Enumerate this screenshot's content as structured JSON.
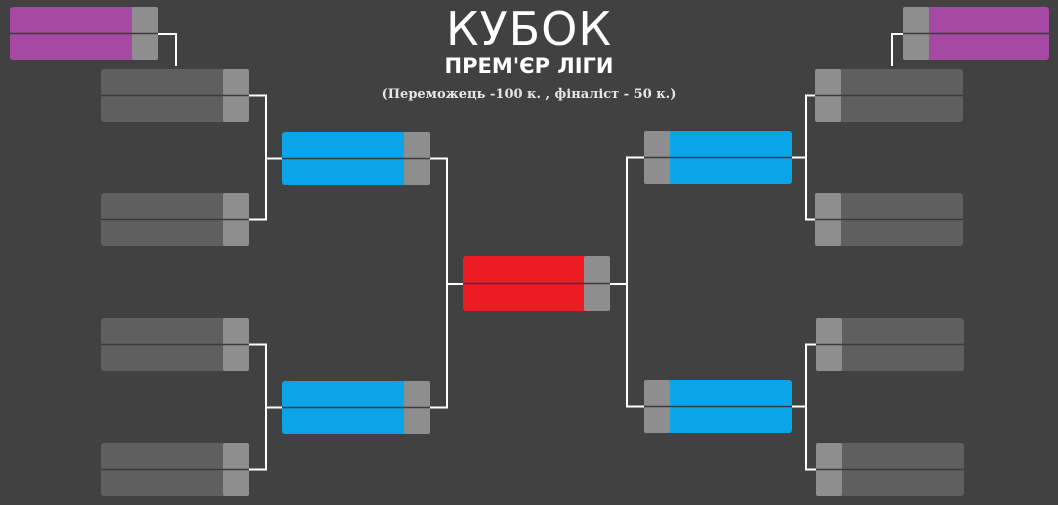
{
  "header": {
    "title": "КУБОК",
    "subtitle": "ПРЕМ'ЄР ЛІГИ",
    "prize_note": "(Переможець  -100 к. , фіналіст - 50 к.)"
  },
  "colors": {
    "background": "#414141",
    "slot_gray": "#5f5f5f",
    "score_gray": "#8e8e8e",
    "round1_purple": "#a549a5",
    "semifinal_blue": "#0aa4e8",
    "final_red": "#ed1c24",
    "connector": "#ffffff",
    "divider": "#3a3a3a"
  },
  "bracket": {
    "left_side": {
      "qualifier": {
        "round": "qualifier",
        "highlight": "purple",
        "teams": [
          "",
          ""
        ]
      },
      "quarterfinals": [
        {
          "round": "quarterfinal",
          "highlight": "gray",
          "teams": [
            "",
            ""
          ]
        },
        {
          "round": "quarterfinal",
          "highlight": "gray",
          "teams": [
            "",
            ""
          ]
        },
        {
          "round": "quarterfinal",
          "highlight": "gray",
          "teams": [
            "",
            ""
          ]
        },
        {
          "round": "quarterfinal",
          "highlight": "gray",
          "teams": [
            "",
            ""
          ]
        }
      ],
      "semifinals": [
        {
          "round": "semifinal",
          "highlight": "blue",
          "teams": [
            "",
            ""
          ]
        },
        {
          "round": "semifinal",
          "highlight": "blue",
          "teams": [
            "",
            ""
          ]
        }
      ]
    },
    "right_side": {
      "qualifier": {
        "round": "qualifier",
        "highlight": "purple",
        "teams": [
          "",
          ""
        ]
      },
      "quarterfinals": [
        {
          "round": "quarterfinal",
          "highlight": "gray",
          "teams": [
            "",
            ""
          ]
        },
        {
          "round": "quarterfinal",
          "highlight": "gray",
          "teams": [
            "",
            ""
          ]
        },
        {
          "round": "quarterfinal",
          "highlight": "gray",
          "teams": [
            "",
            ""
          ]
        },
        {
          "round": "quarterfinal",
          "highlight": "gray",
          "teams": [
            "",
            ""
          ]
        }
      ],
      "semifinals": [
        {
          "round": "semifinal",
          "highlight": "blue",
          "teams": [
            "",
            ""
          ]
        },
        {
          "round": "semifinal",
          "highlight": "blue",
          "teams": [
            "",
            ""
          ]
        }
      ]
    },
    "final": {
      "round": "final",
      "highlight": "red",
      "teams": [
        "",
        ""
      ]
    }
  }
}
